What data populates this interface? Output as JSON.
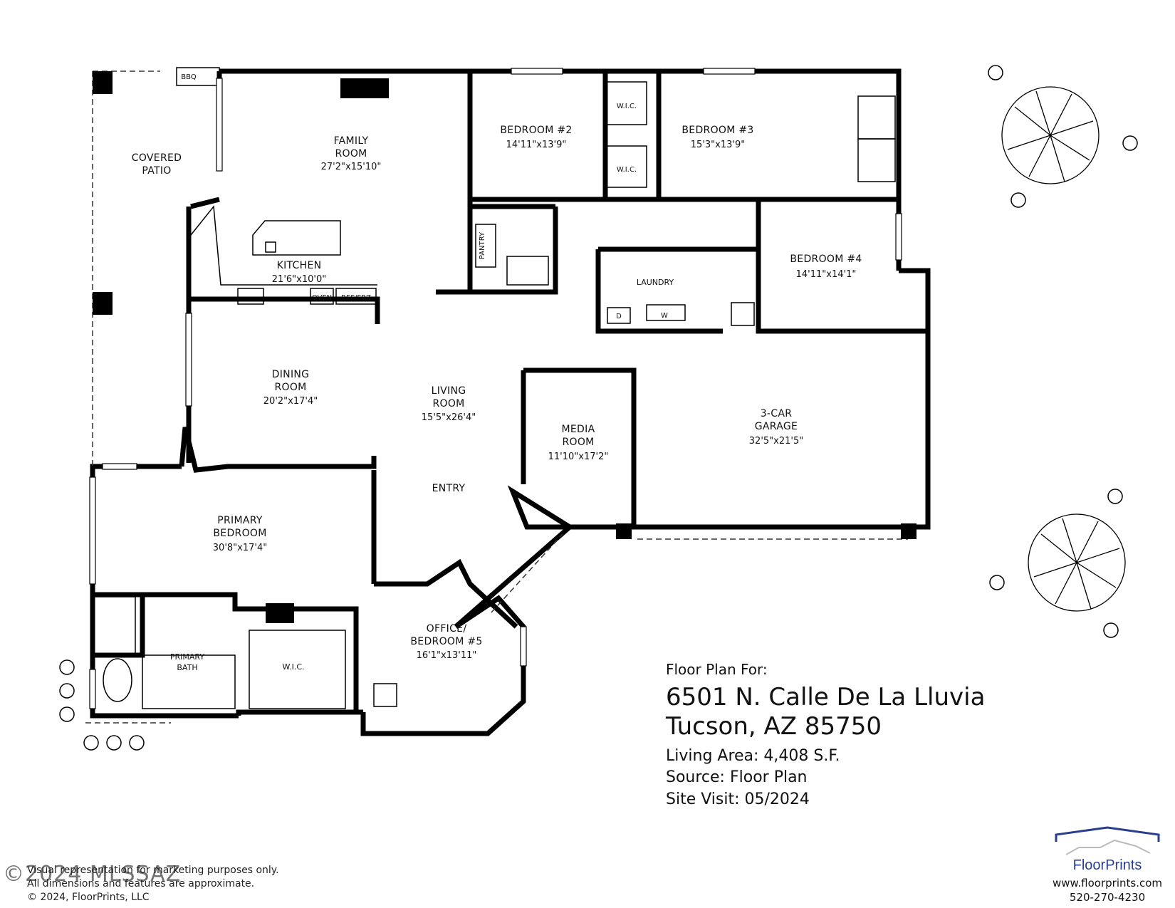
{
  "rooms": {
    "covered_patio": {
      "line1": "COVERED",
      "line2": "PATIO"
    },
    "family_room": {
      "line1": "FAMILY",
      "line2": "ROOM",
      "dim": "27'2\"x15'10\""
    },
    "kitchen": {
      "name": "KITCHEN",
      "dim": "21'6\"x10'0\""
    },
    "dining_room": {
      "line1": "DINING",
      "line2": "ROOM",
      "dim": "20'2\"x17'4\""
    },
    "living_room": {
      "line1": "LIVING",
      "line2": "ROOM",
      "dim": "15'5\"x26'4\""
    },
    "bedroom2": {
      "name": "BEDROOM #2",
      "dim": "14'11\"x13'9\""
    },
    "bedroom3": {
      "name": "BEDROOM #3",
      "dim": "15'3\"x13'9\""
    },
    "bedroom4": {
      "name": "BEDROOM #4",
      "dim": "14'11\"x14'1\""
    },
    "media_room": {
      "line1": "MEDIA",
      "line2": "ROOM",
      "dim": "11'10\"x17'2\""
    },
    "garage": {
      "line1": "3-CAR",
      "line2": "GARAGE",
      "dim": "32'5\"x21'5\""
    },
    "primary_bedroom": {
      "line1": "PRIMARY",
      "line2": "BEDROOM",
      "dim": "30'8\"x17'4\""
    },
    "primary_bath": {
      "line1": "PRIMARY",
      "line2": "BATH"
    },
    "office": {
      "line1": "OFFICE/",
      "line2": "BEDROOM #5",
      "dim": "16'1\"x13'11\""
    },
    "entry": {
      "name": "ENTRY"
    },
    "laundry": {
      "name": "LAUNDRY"
    },
    "pantry": {
      "name": "PANTRY"
    },
    "wic": "W.I.C.",
    "oven": "OVEN",
    "ref": "REF/FRZ",
    "bbq": "BBQ",
    "dryer": "D",
    "washer": "W"
  },
  "info": {
    "heading": "Floor Plan For:",
    "address_line1": "6501 N. Calle De La Lluvia",
    "address_line2": "Tucson, AZ  85750",
    "living_area": "Living Area:  4,408 S.F.",
    "source": "Source:  Floor Plan",
    "site_visit": "Site Visit:  05/2024"
  },
  "footer": {
    "disclaimer1": "Visual representation for marketing purposes only.",
    "disclaimer2": "All dimensions and features are approximate.",
    "copyright": "© 2024, FloorPrints, LLC",
    "watermark": "©2024 MLSSAZ"
  },
  "logo": {
    "brand": "FloorPrints",
    "website": "www.floorprints.com",
    "phone": "520-270-4230",
    "color": "#2a3f8c"
  }
}
